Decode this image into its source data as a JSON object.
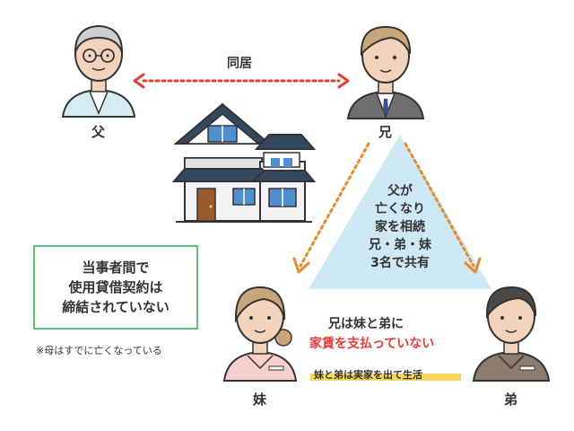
{
  "labels": {
    "father": "父",
    "older_brother": "兄",
    "younger_sister": "妹",
    "younger_brother": "弟",
    "cohabit": "同居"
  },
  "triangle": {
    "lines": [
      "父が",
      "亡くなり",
      "家を相続",
      "兄・弟・妹",
      "3名で共有"
    ]
  },
  "contract_box": {
    "lines": [
      "当事者間で",
      "使用貸借契約は",
      "締結されていない"
    ]
  },
  "note": "※母はすでに亡くなっている",
  "rent": {
    "line1": "兄は妹と弟に",
    "line2": "家賃を支払っていない"
  },
  "living": "妹と弟は実家を出て生活",
  "colors": {
    "arrow_red": "#e0403a",
    "arrow_orange": "#e68a2e",
    "triangle_blue": "#cde9f6",
    "box_green": "#5fbf82",
    "rent_red": "#e63c3c",
    "highlight_yellow": "#f7d85a"
  }
}
